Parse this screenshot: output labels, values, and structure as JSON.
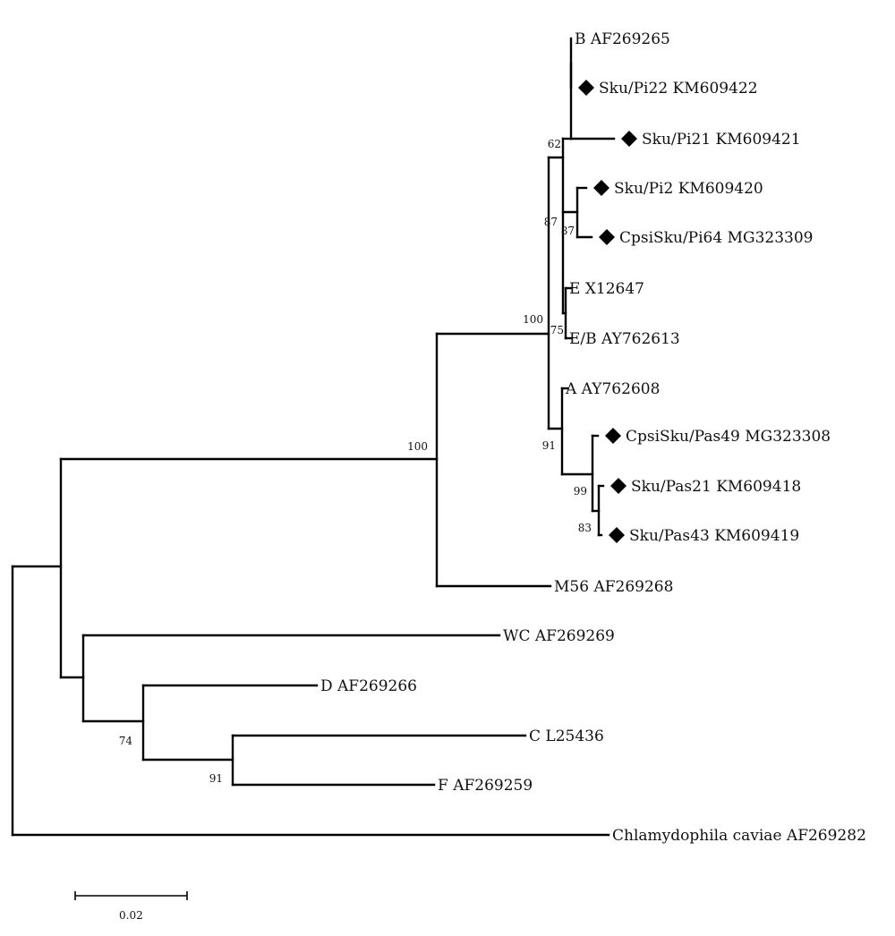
{
  "tree": {
    "leaves": [
      {
        "id": "b_af269265",
        "label": "B AF269265",
        "highlight": false
      },
      {
        "id": "sku_pi22",
        "label": "Sku/Pi22 KM609422",
        "highlight": true
      },
      {
        "id": "sku_pi21",
        "label": "Sku/Pi21 KM609421",
        "highlight": true
      },
      {
        "id": "sku_pi2",
        "label": "Sku/Pi2 KM609420",
        "highlight": true
      },
      {
        "id": "cpsisku_pi64",
        "label": "CpsiSku/Pi64 MG323309",
        "highlight": true
      },
      {
        "id": "e_x12647",
        "label": "E X12647",
        "highlight": false
      },
      {
        "id": "eb_ay762613",
        "label": "E/B AY762613",
        "highlight": false
      },
      {
        "id": "a_ay762608",
        "label": "A AY762608",
        "highlight": false
      },
      {
        "id": "cpsisku_pas49",
        "label": "CpsiSku/Pas49 MG323308",
        "highlight": true
      },
      {
        "id": "sku_pas21",
        "label": "Sku/Pas21 KM609418",
        "highlight": true
      },
      {
        "id": "sku_pas43",
        "label": "Sku/Pas43 KM609419",
        "highlight": true
      },
      {
        "id": "m56",
        "label": "M56 AF269268",
        "highlight": false
      },
      {
        "id": "wc",
        "label": "WC AF269269",
        "highlight": false
      },
      {
        "id": "d",
        "label": "D AF269266",
        "highlight": false
      },
      {
        "id": "c",
        "label": "C L25436",
        "highlight": false
      },
      {
        "id": "f",
        "label": "F AF269259",
        "highlight": false
      },
      {
        "id": "caviae",
        "label": "Chlamydophila caviae AF269282",
        "highlight": false
      }
    ],
    "support_values": [
      "62",
      "87",
      "87",
      "75",
      "100",
      "91",
      "99",
      "83",
      "100",
      "74",
      "91"
    ],
    "scale_bar": {
      "label": "0.02",
      "length": 0.02
    },
    "marker_symbol": "diamond",
    "branch_color": "#000000"
  }
}
